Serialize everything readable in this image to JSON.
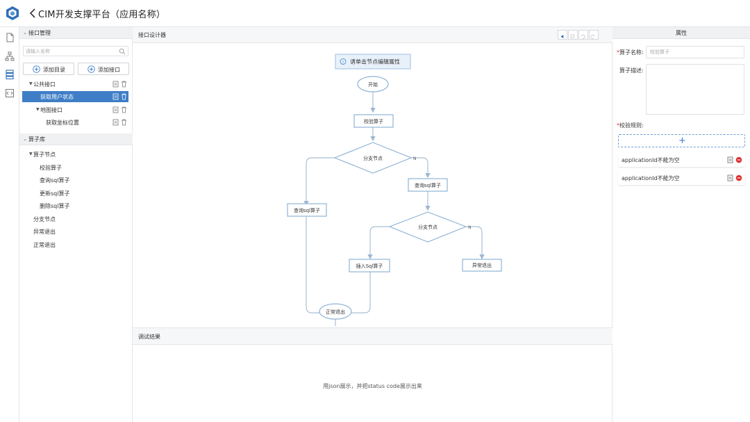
{
  "app": {
    "title": "CIM开发支撑平台（应用名称）",
    "logo_icon": "cube-logo-icon",
    "back_icon": "chevron-left-icon"
  },
  "rail": {
    "icons": [
      "document-icon",
      "sitemap-icon",
      "database-icon",
      "code-icon"
    ],
    "active_index": 2
  },
  "sidebar": {
    "section1": {
      "title": "接口管理"
    },
    "search": {
      "placeholder": "请输入名称"
    },
    "buttons": {
      "add_dir": "添加目录",
      "add_api": "添加接口"
    },
    "tree": {
      "public": "公共接口",
      "get_user": "获取用户状态",
      "map": "地图接口",
      "get_coord": "获取坐标位置"
    },
    "section2": {
      "title": "算子库"
    },
    "lib": {
      "nodes": "算子节点",
      "check": "校验算子",
      "query": "查询sql算子",
      "update": "更新sql算子",
      "delete": "删除sql算子",
      "branch": "分支节点",
      "error_exit": "异常退出",
      "normal_exit": "正常退出"
    }
  },
  "designer": {
    "title": "接口设计器",
    "tools": [
      "play-icon",
      "save-icon",
      "undo-icon",
      "redo-icon"
    ],
    "hint": "请单击节点编辑属性",
    "flow": {
      "start": "开始",
      "check": "校验算子",
      "branch1": "分支节点",
      "query_left": "查询sql算子",
      "query_right": "查询sql算子",
      "branch2": "分支节点",
      "insert": "插入Sql算子",
      "error_exit": "异常退出",
      "normal_exit": "正常退出",
      "no1": "N",
      "no2": "N"
    }
  },
  "debug": {
    "title": "调试结果",
    "message": "用json展示，并把status code展示出来"
  },
  "props": {
    "title": "属性",
    "name_label": "算子名称:",
    "name_placeholder": "校验算子",
    "desc_label": "算子描述:",
    "rules_label": "校验规则:",
    "add_symbol": "+",
    "rules": [
      {
        "text": "applicationId不能为空"
      },
      {
        "text": "applicationId不能为空"
      }
    ]
  },
  "colors": {
    "accent": "#3f7ec7",
    "flow_stroke": "#8fb3d6",
    "danger": "#e03030"
  }
}
